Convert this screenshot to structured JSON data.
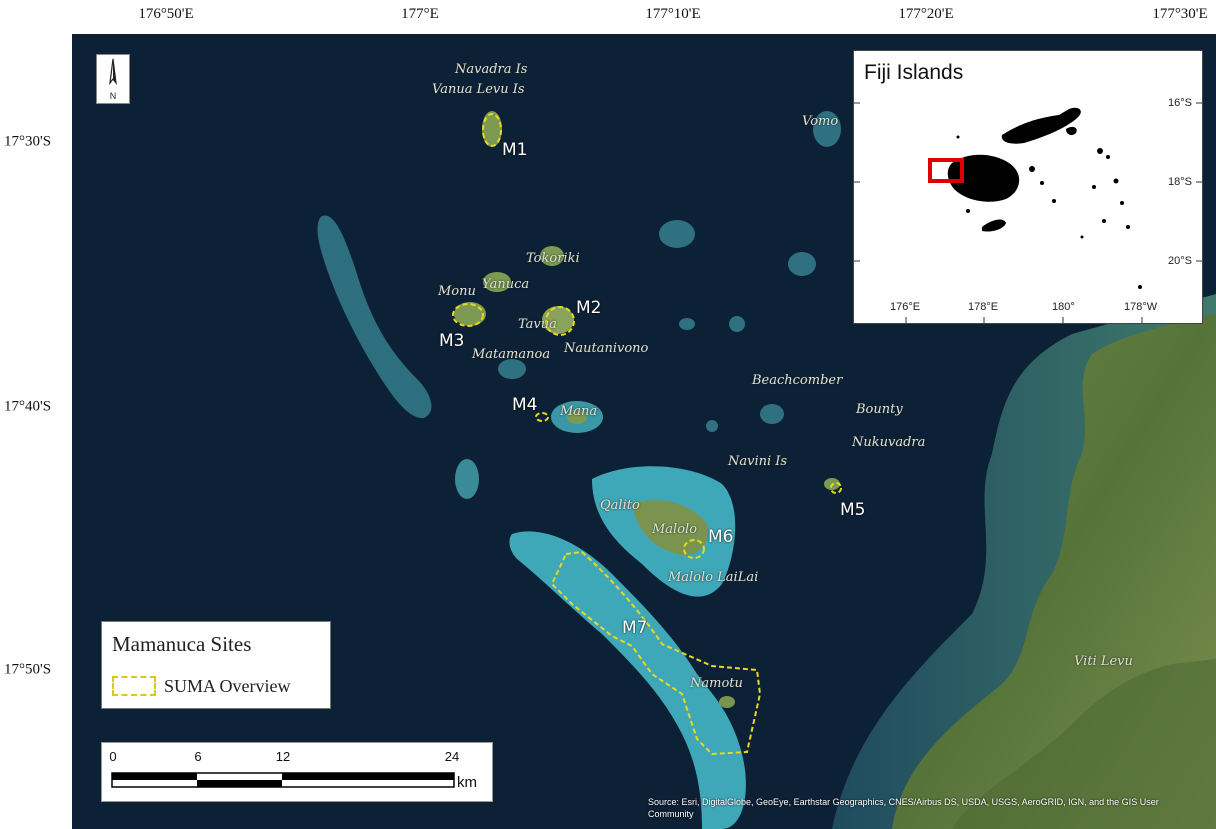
{
  "frame": {
    "top_labels": [
      "176°50'E",
      "177°E",
      "177°10'E",
      "177°20'E",
      "177°30'E"
    ],
    "left_labels": [
      "17°30'S",
      "17°40'S",
      "17°50'S"
    ]
  },
  "north_arrow": {
    "label": "N"
  },
  "place_names": [
    "Navadra Is",
    "Vanua Levu Is",
    "Vomo",
    "Tokoriki",
    "Yanuca",
    "Monu",
    "Tavua",
    "Matamanoa",
    "Nautanivono",
    "Mana",
    "Beachcomber",
    "Bounty",
    "Nukuvadra",
    "Navini Is",
    "Qalito",
    "Malolo",
    "Malolo LaiLai",
    "Namotu",
    "Viti Levu"
  ],
  "sites": [
    "M1",
    "M2",
    "M3",
    "M4",
    "M5",
    "M6",
    "M7"
  ],
  "inset": {
    "title": "Fiji Islands",
    "lat_labels": [
      "16°S",
      "18°S",
      "20°S"
    ],
    "lon_labels": [
      "176°E",
      "178°E",
      "180°",
      "178°W"
    ]
  },
  "legend": {
    "title": "Mamanuca Sites",
    "item": "SUMA Overview"
  },
  "scale_bar": {
    "ticks": [
      "0",
      "6",
      "12",
      "24"
    ],
    "unit": "km"
  },
  "credits": "Source: Esri, DigitalGlobe, GeoEye, Earthstar Geographics, CNES/Airbus DS, USDA, USGS, AeroGRID, IGN, and the GIS User Community",
  "colors": {
    "ocean": "#0d2136",
    "reef": "#3fa8b8",
    "land": "#5f7a3c",
    "site_outline": "#e8d81f",
    "inset_highlight": "#e00000"
  }
}
